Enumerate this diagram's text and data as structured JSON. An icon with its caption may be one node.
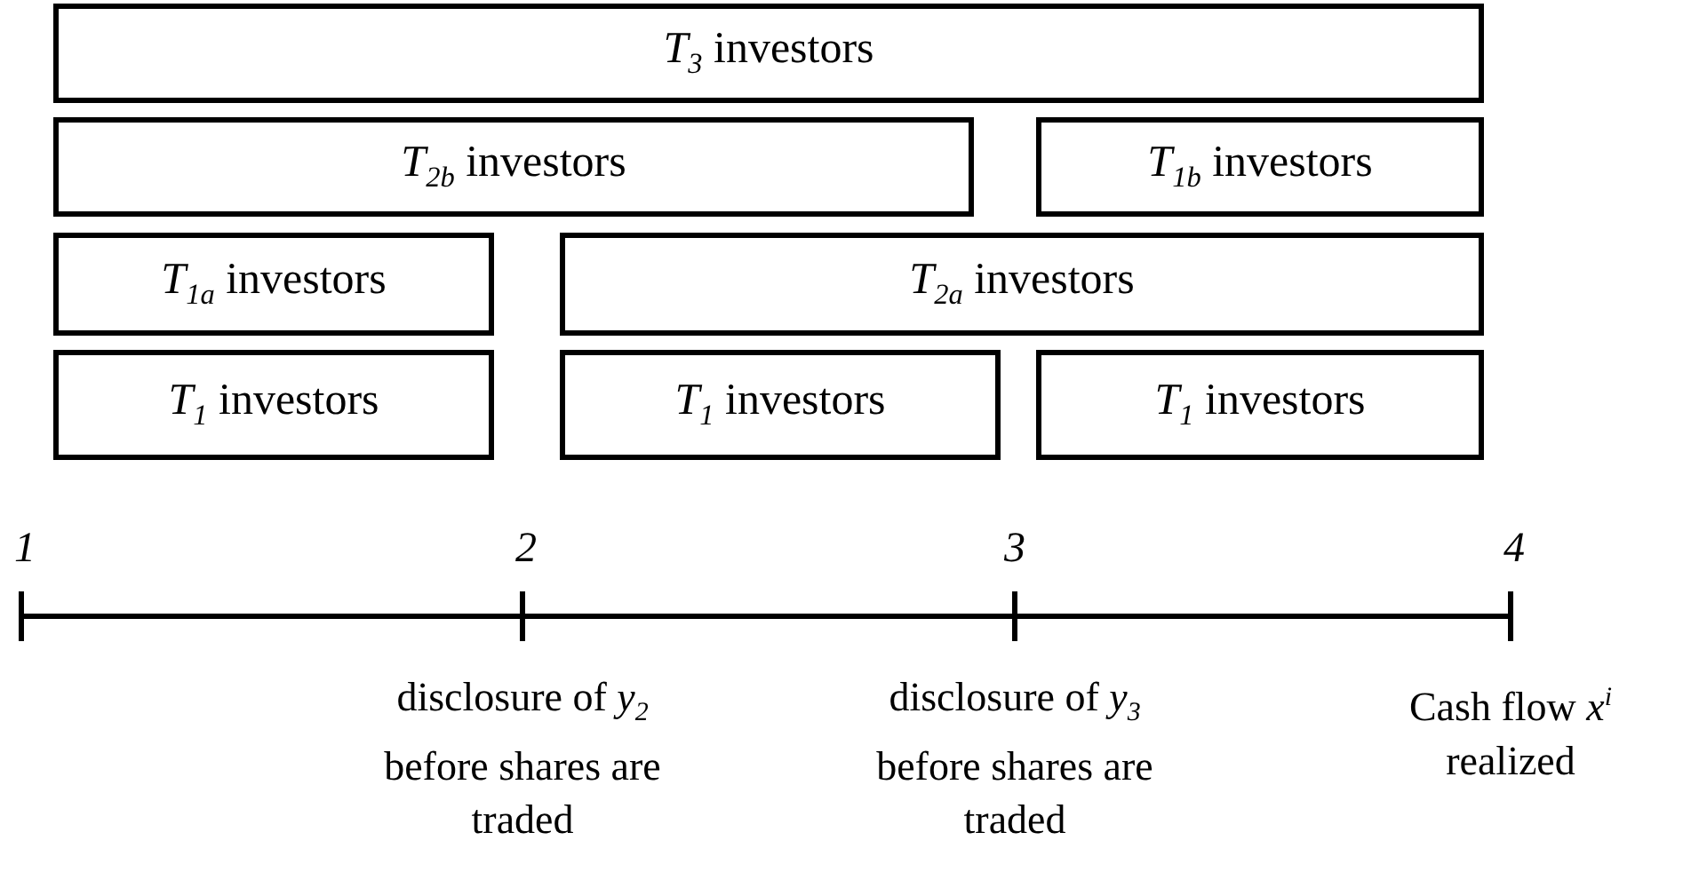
{
  "diagram": {
    "nodes": [
      {
        "text": [
          "*T*$_{3}$ investors"
        ]
      },
      {
        "text": [
          "*T*$_{2b}$ investors"
        ]
      },
      {
        "text": [
          "*T*$_{1b}$ investors"
        ]
      },
      {
        "text": [
          "*T*$_{1a}$ investors"
        ]
      },
      {
        "text": [
          "*T*$_{2a}$ investors"
        ]
      },
      {
        "text": [
          "*T*$_{1}$ investors"
        ]
      },
      {
        "text": [
          "*T*$_{1}$ investors"
        ]
      },
      {
        "text": [
          "*T*$_{1}$ investors"
        ]
      }
    ],
    "edges": [],
    "labels": [
      "1",
      "2",
      "3",
      "4",
      "disclosure of *y*$_{2}$ before shares are traded",
      "disclosure of *y*$_{3}$ before shares are traded",
      "Cash flow *x*$^{i}$ realized"
    ]
  }
}
